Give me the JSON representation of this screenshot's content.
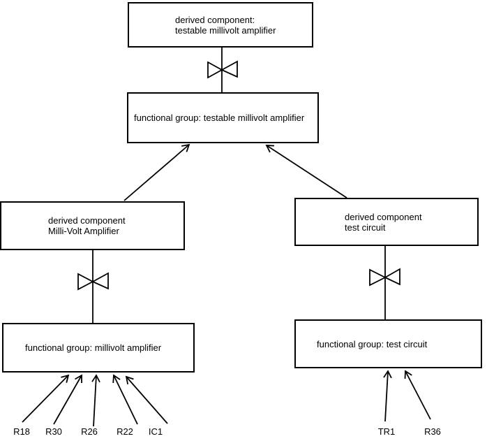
{
  "diagram": {
    "title": "testable millivolt amplifier decomposition diagram",
    "colors": {
      "background": "#ffffff",
      "line": "#000000",
      "text": "#000000"
    },
    "icons": {
      "bowtie": "bowtie-join-symbol",
      "arrow": "open-arrowhead"
    },
    "nodes": {
      "top_derived": {
        "label": "derived component:\n testable millivolt amplifier"
      },
      "top_functional": {
        "label": "functional group: testable millivolt amplifier"
      },
      "left_derived": {
        "label": "derived component\nMilli-Volt Amplifier"
      },
      "left_functional": {
        "label": "functional group: millivolt amplifier"
      },
      "right_derived": {
        "label": "derived component\ntest circuit"
      },
      "right_functional": {
        "label": "functional group: test circuit"
      }
    },
    "leaves_left": [
      "R18",
      "R30",
      "R26",
      "R22",
      "IC1"
    ],
    "leaves_right": [
      "TR1",
      "R36"
    ]
  }
}
